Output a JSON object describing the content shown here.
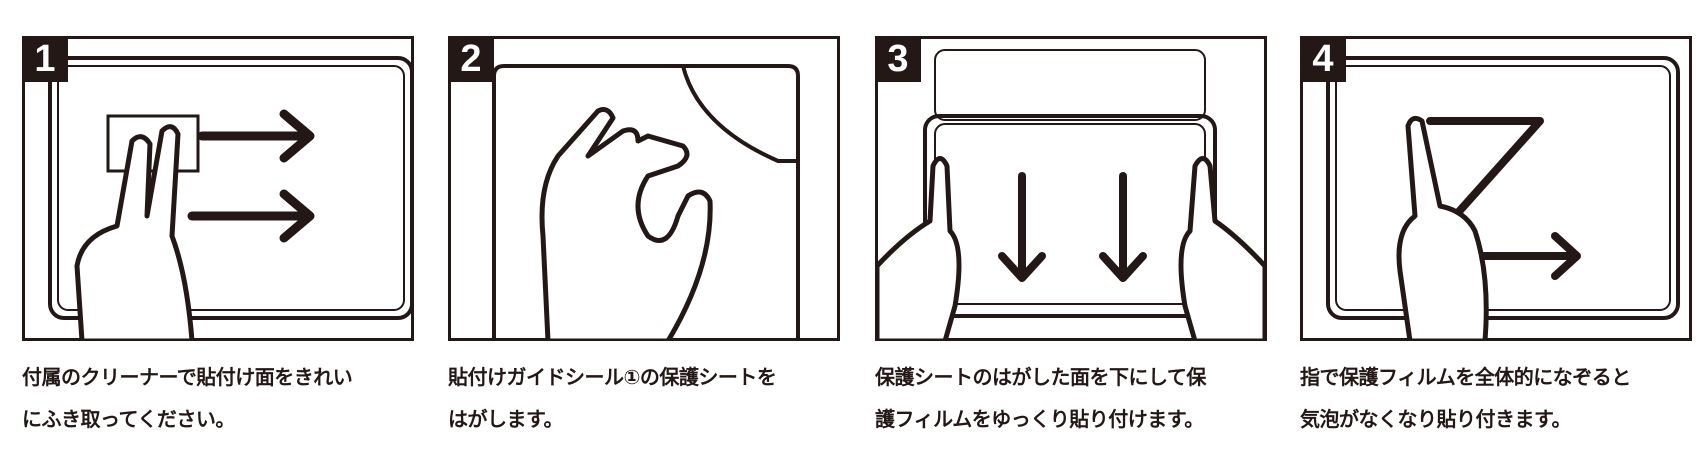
{
  "steps": [
    {
      "number": "1",
      "caption_line1": "付属のクリーナーで貼付け面をきれい",
      "caption_line2": "にふき取ってください。"
    },
    {
      "number": "2",
      "caption_line1": "貼付けガイドシール①の保護シートを",
      "caption_line2": "はがします。"
    },
    {
      "number": "3",
      "caption_line1": "保護シートのはがした面を下にして保",
      "caption_line2": "護フィルムをゆっくり貼り付けます。"
    },
    {
      "number": "4",
      "caption_line1": "指で保護フィルムを全体的になぞると",
      "caption_line2": "気泡がなくなり貼り付きます。"
    }
  ],
  "colors": {
    "ink": "#231815",
    "background": "#ffffff"
  }
}
